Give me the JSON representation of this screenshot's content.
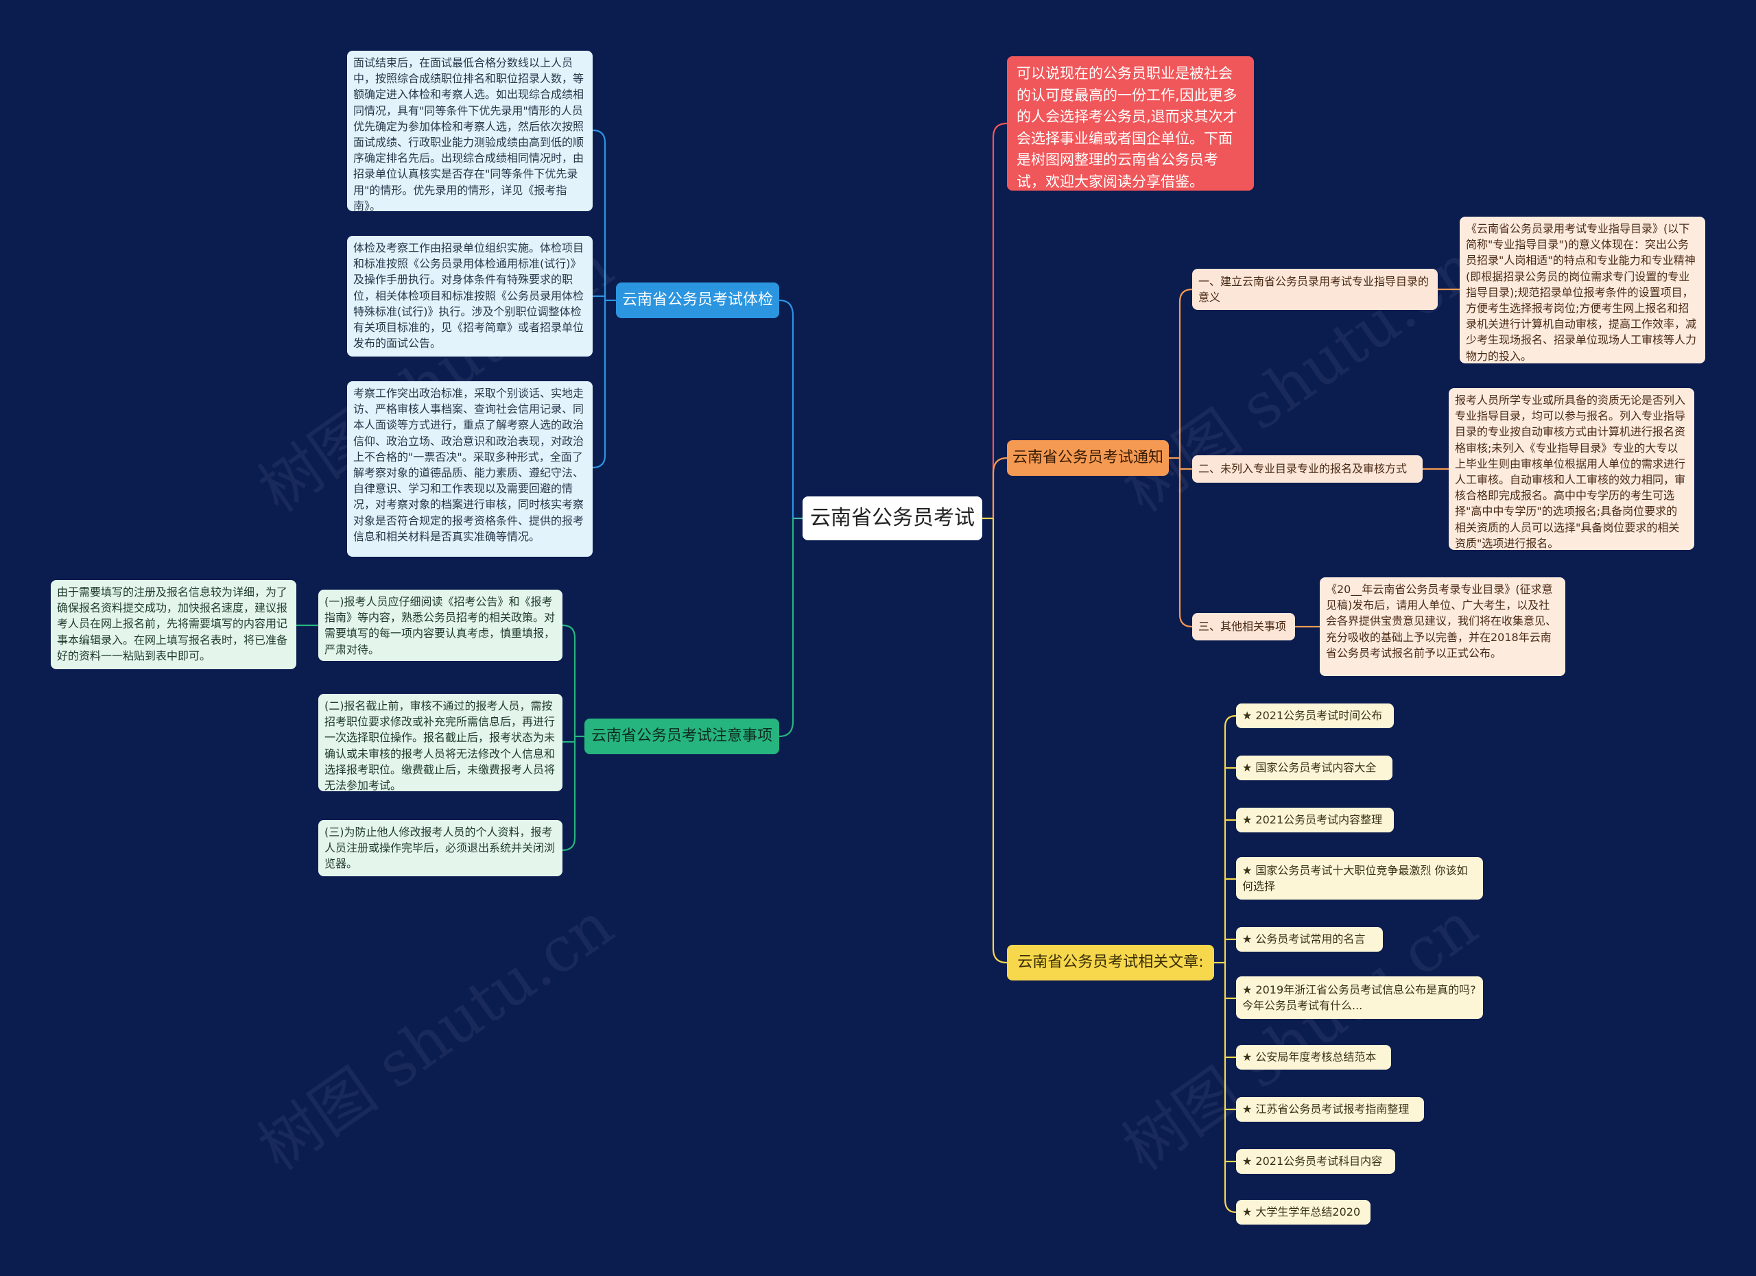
{
  "center": "云南省公务员考试",
  "intro": "可以说现在的公务员职业是被社会的认可度最高的一份工作,因此更多的人会选择考公务员,退而求其次才会选择事业编或者国企单位。下面是树图网整理的云南省公务员考试，欢迎大家阅读分享借鉴。",
  "left": {
    "physical": {
      "label": "云南省公务员考试体检",
      "items": [
        "面试结束后，在面试最低合格分数线以上人员中，按照综合成绩职位排名和职位招录人数，等额确定进入体检和考察人选。如出现综合成绩相同情况，具有\"同等条件下优先录用\"情形的人员优先确定为参加体检和考察人选，然后依次按照面试成绩、行政职业能力测验成绩由高到低的顺序确定排名先后。出现综合成绩相同情况时，由招录单位认真核实是否存在\"同等条件下优先录用\"的情形。优先录用的情形，详见《报考指南》。",
        "体检及考察工作由招录单位组织实施。体检项目和标准按照《公务员录用体检通用标准(试行)》及操作手册执行。对身体条件有特殊要求的职位，相关体检项目和标准按照《公务员录用体检特殊标准(试行)》执行。涉及个别职位调整体检有关项目标准的，见《招考简章》或者招录单位发布的面试公告。",
        "考察工作突出政治标准，采取个别谈话、实地走访、严格审核人事档案、查询社会信用记录、同本人面谈等方式进行，重点了解考察人选的政治信仰、政治立场、政治意识和政治表现，对政治上不合格的\"一票否决\"。采取多种形式，全面了解考察对象的道德品质、能力素质、遵纪守法、自律意识、学习和工作表现以及需要回避的情况，对考察对象的档案进行审核，同时核实考察对象是否符合规定的报考资格条件、提供的报考信息和相关材料是否真实准确等情况。"
      ]
    },
    "notes": {
      "label": "云南省公务员考试注意事项",
      "items": [
        "(一)报考人员应仔细阅读《招考公告》和《报考指南》等内容，熟悉公务员招考的相关政策。对需要填写的每一项内容要认真考虑，慎重填报，严肃对待。",
        "(二)报名截止前，审核不通过的报考人员，需按招考职位要求修改或补充完所需信息后，再进行一次选择职位操作。报名截止后，报考状态为未确认或未审核的报考人员将无法修改个人信息和选择报考职位。缴费截止后，未缴费报考人员将无法参加考试。",
        "(三)为防止他人修改报考人员的个人资料，报考人员注册或操作完毕后，必须退出系统并关闭浏览器。"
      ],
      "sub": "由于需要填写的注册及报名信息较为详细，为了确保报名资料提交成功，加快报名速度，建议报考人员在网上报名前，先将需要填写的内容用记事本编辑录入。在网上填写报名表时，将已准备好的资料一一粘贴到表中即可。"
    }
  },
  "right": {
    "notice": {
      "label": "云南省公务员考试通知",
      "items": [
        {
          "label": "一、建立云南省公务员录用考试专业指导目录的意义",
          "detail": "《云南省公务员录用考试专业指导目录》(以下简称\"专业指导目录\")的意义体现在：突出公务员招录\"人岗相适\"的特点和专业能力和专业精神(即根据招录公务员的岗位需求专门设置的专业指导目录);规范招录单位报考条件的设置项目，方便考生选择报考岗位;方便考生网上报名和招录机关进行计算机自动审核，提高工作效率，减少考生现场报名、招录单位现场人工审核等人力物力的投入。"
        },
        {
          "label": "二、未列入专业目录专业的报名及审核方式",
          "detail": "报考人员所学专业或所具备的资质无论是否列入专业指导目录，均可以参与报名。列入专业指导目录的专业按自动审核方式由计算机进行报名资格审核;未列入《专业指导目录》专业的大专以上毕业生则由审核单位根据用人单位的需求进行人工审核。自动审核和人工审核的效力相同，审核合格即完成报名。高中中专学历的考生可选择\"高中中专学历\"的选项报名;具备岗位要求的相关资质的人员可以选择\"具备岗位要求的相关资质\"选项进行报名。"
        },
        {
          "label": "三、其他相关事项",
          "detail": "《20__年云南省公务员考录专业目录》(征求意见稿)发布后，请用人单位、广大考生，以及社会各界提供宝贵意见建议，我们将在收集意见、充分吸收的基础上予以完善，并在2018年云南省公务员考试报名前予以正式公布。"
        }
      ]
    },
    "articles": {
      "label": "云南省公务员考试相关文章:",
      "items": [
        "★ 2021公务员考试时间公布",
        "★ 国家公务员考试内容大全",
        "★ 2021公务员考试内容整理",
        "★ 国家公务员考试十大职位竞争最激烈 你该如何选择",
        "★ 公务员考试常用的名言",
        "★ 2019年浙江省公务员考试信息公布是真的吗?今年公务员考试有什么...",
        "★ 公安局年度考核总结范本",
        "★ 江苏省公务员考试报考指南整理",
        "★ 2021公务员考试科目内容",
        "★ 大学生学年总结2020"
      ]
    }
  },
  "watermark": "树图 shutu.cn",
  "colors": {
    "background": "#0b1c4f",
    "blue": "#2b95e0",
    "green": "#26b57e",
    "orange": "#f59a52",
    "yellow": "#f7d84c",
    "red": "#f0575a"
  }
}
